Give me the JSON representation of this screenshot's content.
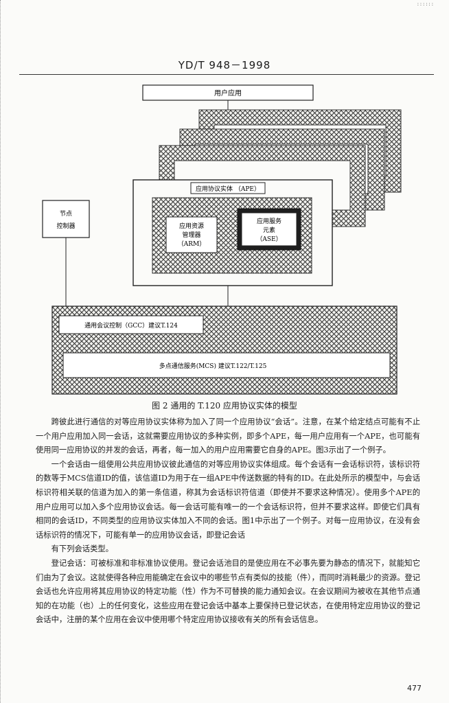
{
  "header": {
    "standard_number": "YD/T 948－1998"
  },
  "figure": {
    "user_app_label": "用户应用",
    "ape_label": "应用协议实体 （APE）",
    "arm_lines": [
      "应用资源",
      "管理器",
      "（ARM）"
    ],
    "ase_lines": [
      "应用服务",
      "元素",
      "（ASE）"
    ],
    "node_controller_lines": [
      "节点",
      "控制器"
    ],
    "gcc_label": "通用会议控制（GCC）建议T.124",
    "mcs_label": "多点通信服务(MCS) 建议T.122/T.125"
  },
  "caption": "图 2  通用的 T.120 应用协议实体的模型",
  "paragraphs": [
    "跨彼此进行通信的对等应用协议实体称为加入了同一个应用协议“会话”。注意，在某个给定结点可能有不止一个用户应用加入同一会话，这就需要应用协议的多种实例，即多个APE，每一用户应用有一个APE，也可能有使用同一应用协议的并发的会话，再者，每一加入的用户应用需要它自身的APE。图3示出了一个例子。",
    "一个会话由一组使用公共应用协议彼此通信的对等应用协议实体组成。每个会话有一会话标识符，该标识符的数等于MCS信道ID的值，该信道ID为用于在一组APE中传送数据的特有的ID。在此处所示的模型中，与会话标识符相关联的信道为加入的第一条信道，称其为会话标识符信道（即使并不要求这种情况）。使用多个APE的用户应用可以加入多个应用协议会话。每一会话可能有唯一的一个会话标识符，但并不要求这样。即使它们具有相同的会话ID，不同类型的应用协议实体加入不同的会话。图1中示出了一个例子。对每一应用协议，在没有会话标识符的情况下，可能有单一的应用协议会话，即登记会话",
    "有下列会话类型。",
    "登记会话：可被标准和非标准协议使用。登记会话池目的是使应用在不必事先要为静态的情况下，就能知它们由为了会议。这就使得各种应用能确定在会议中的哪些节点有类似的技能（件），而同时消耗最少的资源。登记会话也允许应用将其应用协议的特定功能（性）作为不可替换的能力通知会议。在会议期间为被收在其他节点通知的在功能（也）上的任何变化，这些应用在登记会话中基本上要保持已登记状态，在使用特定应用协议的登记会话中，注册的某个应用在会议中使用哪个特定应用协议接收有关的所有会话信息。"
  ],
  "page_number": "477",
  "corner_mark": "::::::"
}
